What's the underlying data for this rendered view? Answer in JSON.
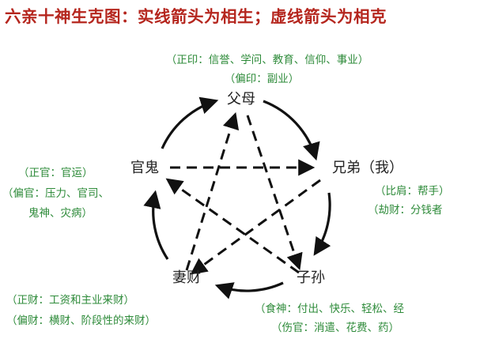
{
  "title": "六亲十神生克图：实线箭头为相生；虚线箭头为相克",
  "colors": {
    "title": "#b5261e",
    "note": "#2e8b3a",
    "node": "#222222",
    "line": "#111111",
    "background": "#ffffff"
  },
  "nodes": {
    "fumu": "父母",
    "xiongdi": "兄弟（我）",
    "zisun": "子孙",
    "qicai": "妻财",
    "guangui": "官鬼"
  },
  "notes": {
    "fumu": [
      "（正印：信誉、学问、教育、信仰、事业）",
      "（偏印：副业）"
    ],
    "xiongdi": [
      "（比肩：帮手）",
      "（劫财：分钱者"
    ],
    "zisun": [
      "（食神：付出、快乐、轻松、经",
      "（伤官：消遣、花费、药）"
    ],
    "qicai": [
      "（正财：工资和主业来财）",
      "（偏财：横财、阶段性的来财）"
    ],
    "guangui": [
      "（正官：官运）",
      "（偏官：压力、官司、",
      "鬼神、灾病）"
    ]
  },
  "legend": {
    "solid_arrow": "相生",
    "dashed_arrow": "相克"
  }
}
